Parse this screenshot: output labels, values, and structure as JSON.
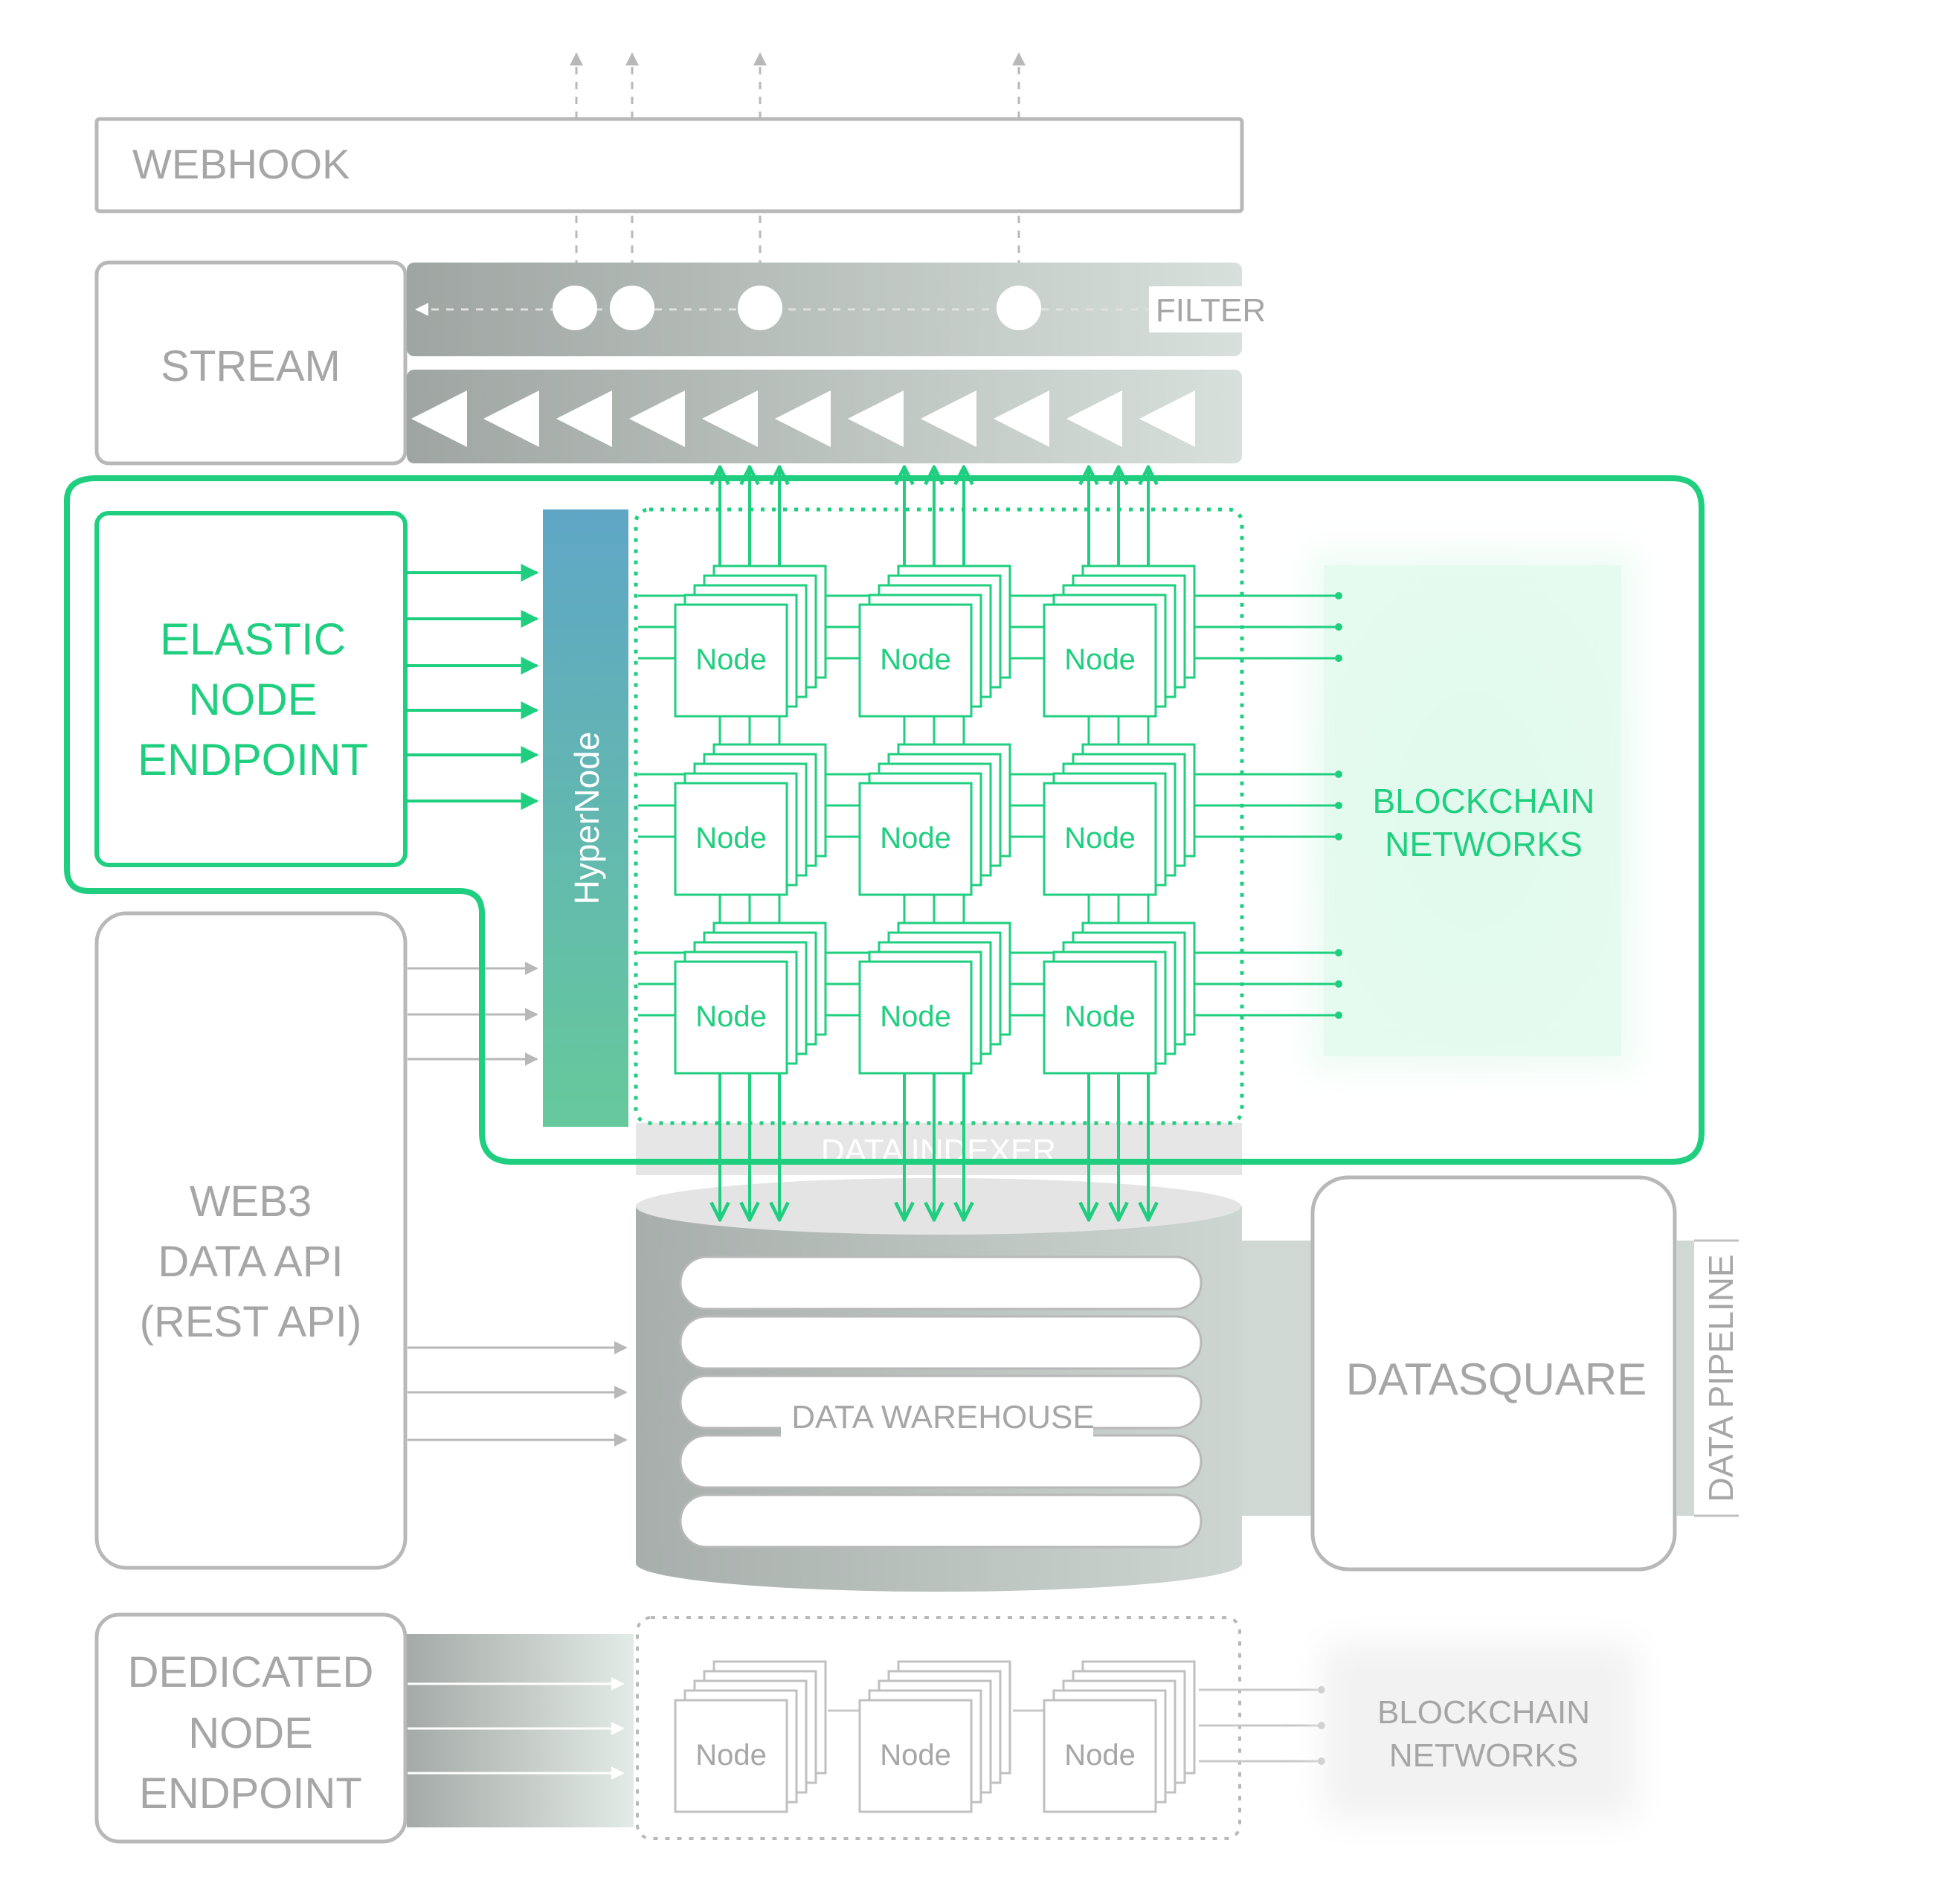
{
  "webhook": {
    "label": "WEBHOOK"
  },
  "stream": {
    "label": "STREAM",
    "filter_label": "FILTER"
  },
  "elastic": {
    "lines": [
      "ELASTIC",
      "NODE",
      "ENDPOINT"
    ]
  },
  "hypernode": {
    "label": "HyperNode"
  },
  "node_label": "Node",
  "blockchain": {
    "lines": [
      "BLOCKCHAIN",
      "NETWORKS"
    ]
  },
  "data_indexer": {
    "label": "DATA INDEXER"
  },
  "web3_api": {
    "lines": [
      "WEB3",
      "DATA API",
      "(REST API)"
    ]
  },
  "warehouse": {
    "label": "DATA WAREHOUSE"
  },
  "datasquare": {
    "label": "DATASQUARE"
  },
  "pipeline": {
    "label": "DATA PIPELINE"
  },
  "dedicated": {
    "lines": [
      "DEDICATED",
      "NODE",
      "ENDPOINT"
    ]
  },
  "blockchain_bottom": {
    "lines": [
      "BLOCKCHAIN",
      "NETWORKS"
    ]
  },
  "colors": {
    "green": "#1fcf7f",
    "grey": "#b3b3b3",
    "text_grey": "#a6a6a6",
    "hypernode_top": "#5fa6c6",
    "hypernode_bottom": "#66c99b"
  }
}
